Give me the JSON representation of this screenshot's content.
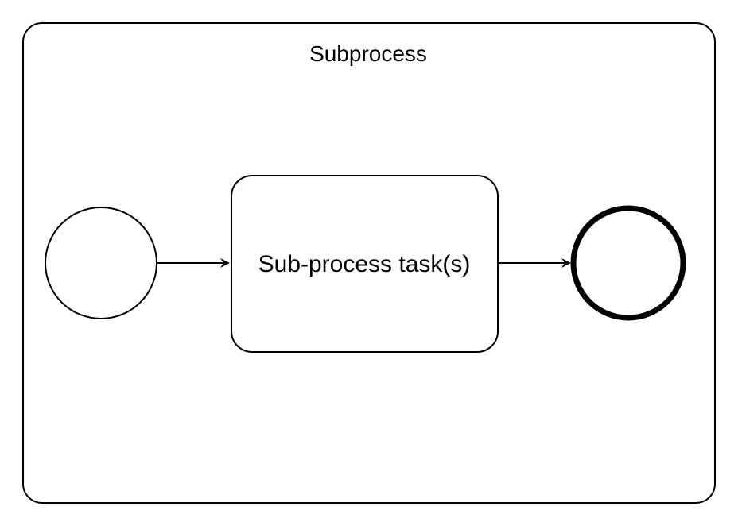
{
  "diagram": {
    "container": {
      "title": "Subprocess"
    },
    "task": {
      "label": "Sub-process task(s)"
    },
    "start_event": {
      "type": "start"
    },
    "end_event": {
      "type": "end"
    },
    "colors": {
      "stroke": "#000000",
      "fill": "#ffffff"
    },
    "flows": [
      {
        "from": "start-event",
        "to": "task"
      },
      {
        "from": "task",
        "to": "end-event"
      }
    ]
  }
}
